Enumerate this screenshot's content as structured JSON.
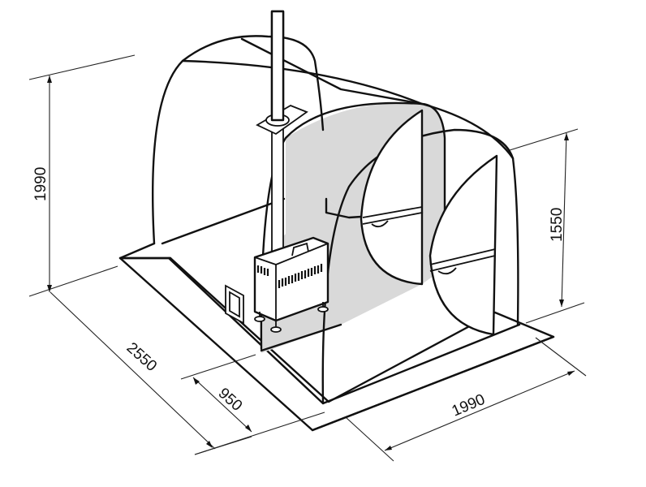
{
  "diagram": {
    "subject": "Tent sauna with stove",
    "colors": {
      "line": "#111111",
      "interior_shade": "#d9d9d9",
      "background": "#ffffff"
    },
    "dimensions": {
      "height_total": "1990",
      "height_door": "1550",
      "length": "2550",
      "vestibule_depth": "950",
      "width": "1990"
    },
    "components": [
      "tent-frame",
      "chimney-pipe",
      "roof-flashing",
      "stove",
      "vent-window",
      "front-door",
      "rear-door",
      "floor-groundsheet"
    ]
  }
}
